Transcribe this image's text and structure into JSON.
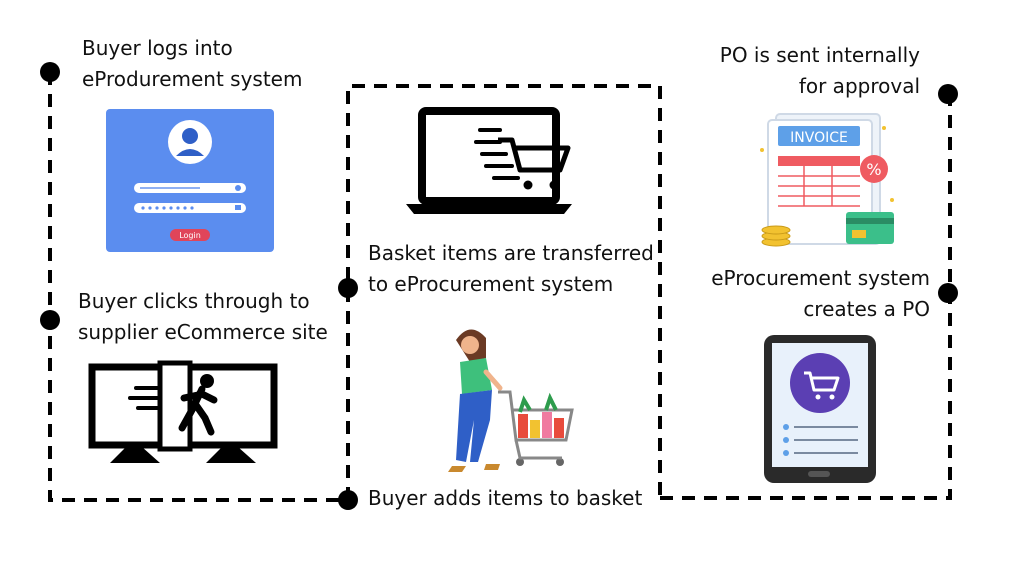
{
  "steps": {
    "login": {
      "line1": "Buyer logs into",
      "line2": "eProdurement system"
    },
    "clickthrough": {
      "line1": "Buyer clicks through to",
      "line2": "supplier eCommerce site"
    },
    "add_items": {
      "text": "Buyer adds items to basket"
    },
    "transfer": {
      "line1": "Basket items are transferred",
      "line2": "to eProcurement system"
    },
    "create_po": {
      "line1": "eProcurement system",
      "line2": "creates a PO"
    },
    "approval": {
      "line1": "PO is sent internally",
      "line2": "for approval"
    }
  },
  "illustrations": {
    "login_button": "Login",
    "invoice_header": "INVOICE",
    "invoice_badge": "%"
  },
  "colors": {
    "path": "#000000",
    "login_panel": "#5b8def",
    "login_button": "#e0455a",
    "invoice_blue": "#5ea0e8",
    "invoice_red": "#ef5b61",
    "card_green": "#3bbf8a",
    "tablet_purple": "#5b3fb3"
  },
  "icons": [
    "login-screen-icon",
    "running-exit-monitor-icon",
    "shopper-with-cart-icon",
    "laptop-shopping-cart-icon",
    "invoice-icon",
    "tablet-cart-icon"
  ]
}
